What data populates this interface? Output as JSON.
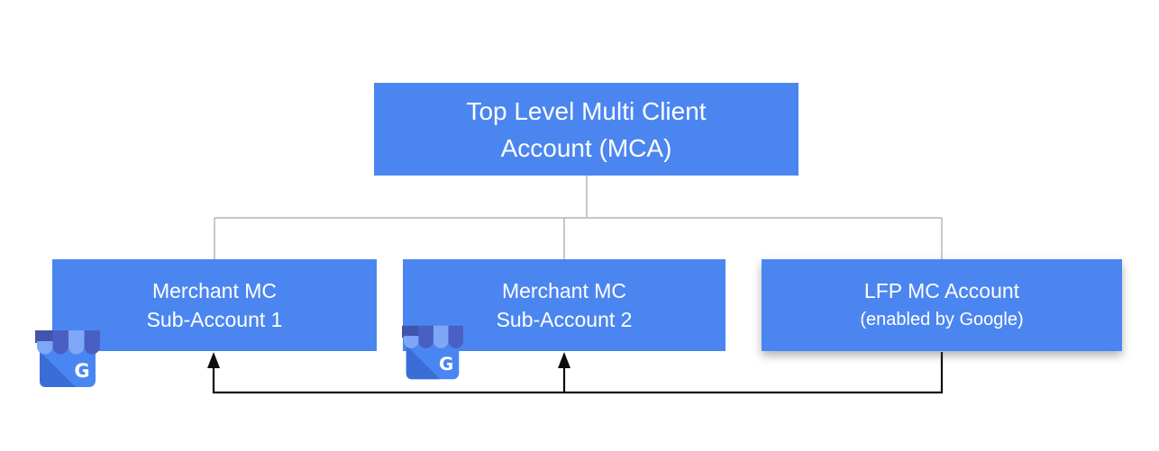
{
  "diagram": {
    "background": "#ffffff",
    "colors": {
      "node_fill": "#4b86f0",
      "node_text": "#ffffff",
      "tree_line": "#b6b6b6",
      "arrow_line": "#0d0d0d",
      "icon": {
        "awning_light": "#7ea7f7",
        "awning_dark": "#4a5fc4",
        "awning_back": "#4254ae",
        "body": "#4a86f2",
        "shade": "#3a6ed6",
        "letter": "#ffffff"
      }
    },
    "nodes": {
      "mca": {
        "line1": "Top Level Multi Client",
        "line2": "Account (MCA)"
      },
      "sub1": {
        "line1": "Merchant MC",
        "line2": "Sub-Account 1"
      },
      "sub2": {
        "line1": "Merchant MC",
        "line2": "Sub-Account 2"
      },
      "lfp": {
        "line1": "LFP MC Account",
        "line2": "(enabled by Google)"
      }
    },
    "icon_letter": "G",
    "edges": {
      "tree_parent": "mca",
      "tree_children": [
        "sub1",
        "sub2",
        "lfp"
      ],
      "arrows_from": "lfp",
      "arrows_to": [
        "sub1",
        "sub2"
      ]
    }
  }
}
